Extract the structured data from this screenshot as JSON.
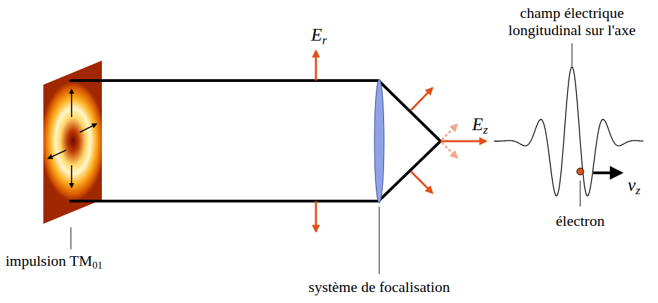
{
  "diagram": {
    "labels": [
      "Er",
      "Ez",
      "champ électrique longitudinal sur l'axe",
      "vz",
      "électron",
      "impulsion TM01",
      "système de focalisation"
    ]
  }
}
